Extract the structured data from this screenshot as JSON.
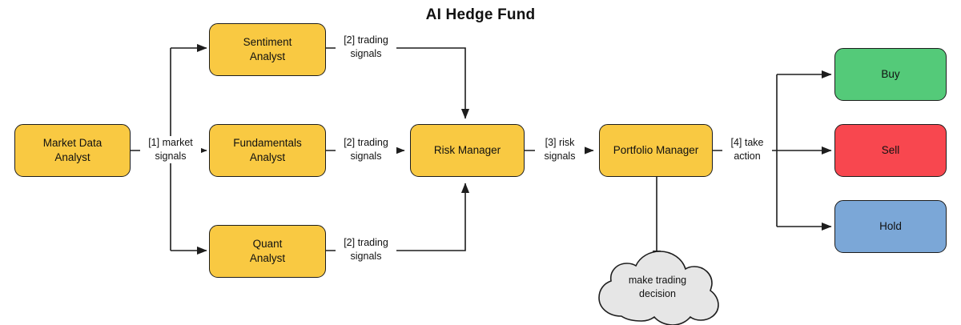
{
  "diagram": {
    "title": "AI Hedge Fund",
    "type": "flowchart",
    "colors": {
      "agent": "#f9c942",
      "buy": "#54ca79",
      "sell": "#f8474f",
      "hold": "#7ba7d7",
      "stroke": "#1d1d1d",
      "cloud": "#e6e6e6",
      "background": "#ffffff"
    },
    "nodes": [
      {
        "id": "market-data-analyst",
        "label": "Market Data\nAnalyst",
        "line1": "Market Data",
        "line2": "Analyst",
        "kind": "agent"
      },
      {
        "id": "sentiment-analyst",
        "label": "Sentiment\nAnalyst",
        "line1": "Sentiment",
        "line2": "Analyst",
        "kind": "agent"
      },
      {
        "id": "fundamentals-analyst",
        "label": "Fundamentals\nAnalyst",
        "line1": "Fundamentals",
        "line2": "Analyst",
        "kind": "agent"
      },
      {
        "id": "quant-analyst",
        "label": "Quant\nAnalyst",
        "line1": "Quant",
        "line2": "Analyst",
        "kind": "agent"
      },
      {
        "id": "risk-manager",
        "label": "Risk Manager",
        "line1": "Risk Manager",
        "line2": "",
        "kind": "agent"
      },
      {
        "id": "portfolio-manager",
        "label": "Portfolio Manager",
        "line1": "Portfolio Manager",
        "line2": "",
        "kind": "agent"
      },
      {
        "id": "buy",
        "label": "Buy",
        "line1": "Buy",
        "line2": "",
        "kind": "buy"
      },
      {
        "id": "sell",
        "label": "Sell",
        "line1": "Sell",
        "line2": "",
        "kind": "sell"
      },
      {
        "id": "hold",
        "label": "Hold",
        "line1": "Hold",
        "line2": "",
        "kind": "hold"
      }
    ],
    "cloud": {
      "id": "make-trading-decision",
      "line1": "make trading",
      "line2": "decision"
    },
    "edge_labels": {
      "market_signals": {
        "line1": "[1] market",
        "line2": "signals"
      },
      "trading_signals_sentiment": {
        "line1": "[2] trading",
        "line2": "signals"
      },
      "trading_signals_fundamentals": {
        "line1": "[2] trading",
        "line2": "signals"
      },
      "trading_signals_quant": {
        "line1": "[2] trading",
        "line2": "signals"
      },
      "risk_signals": {
        "line1": "[3] risk",
        "line2": "signals"
      },
      "take_action": {
        "line1": "[4] take",
        "line2": "action"
      }
    }
  }
}
